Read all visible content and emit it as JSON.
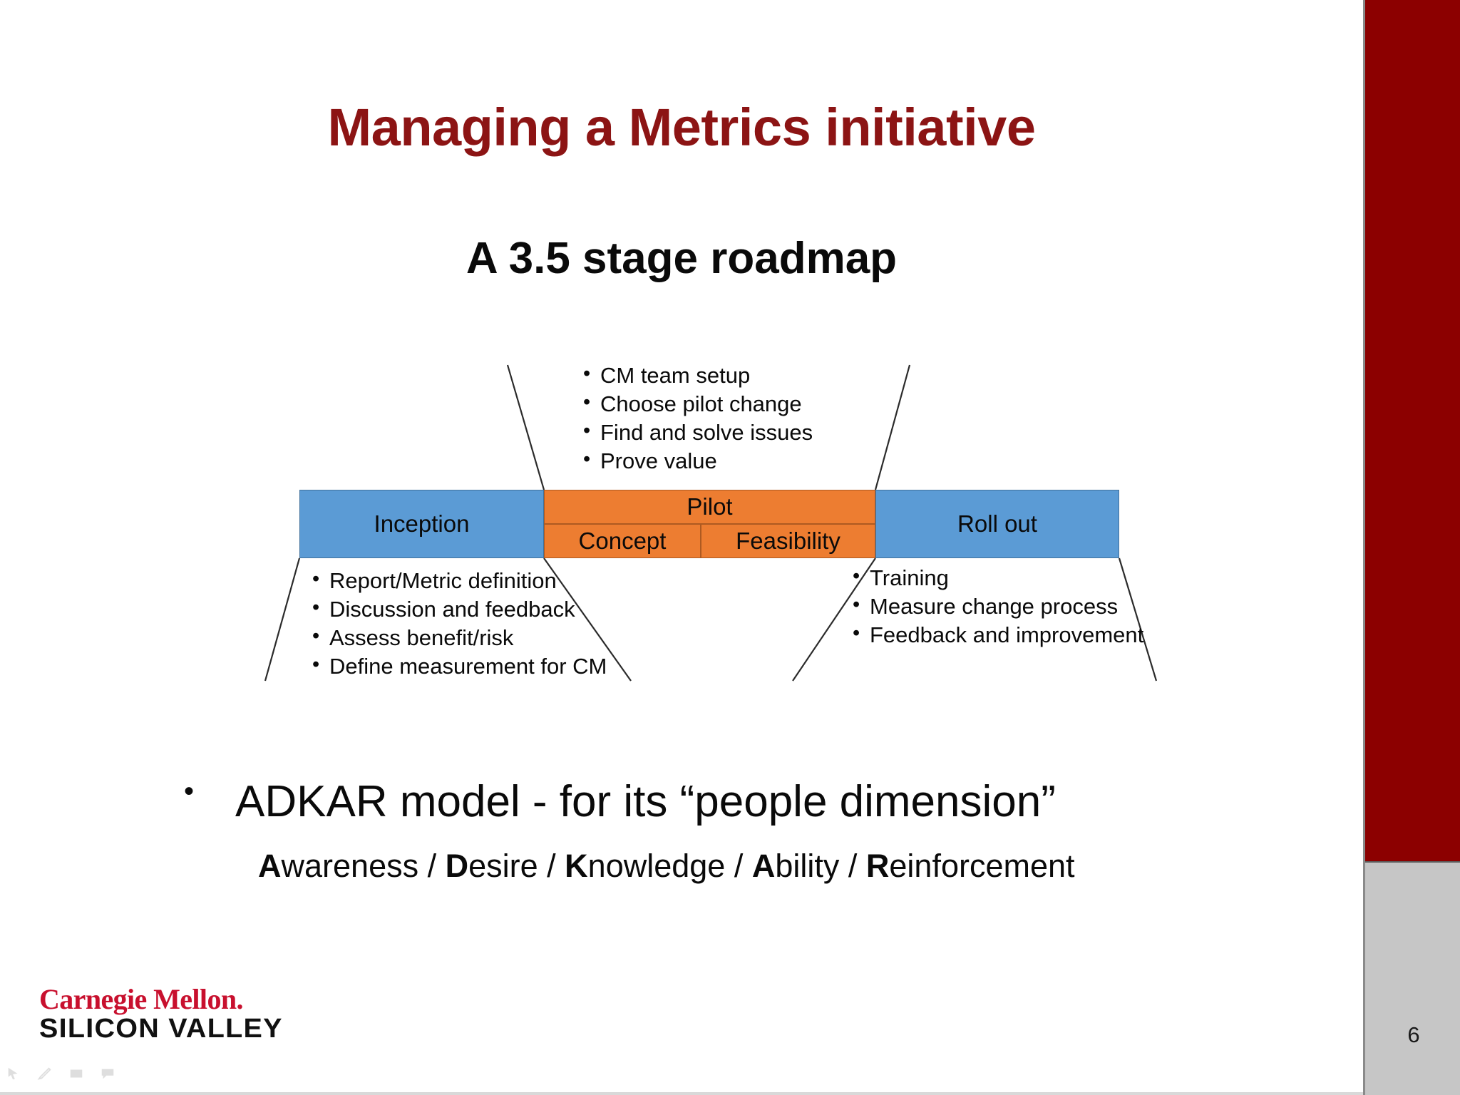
{
  "slide": {
    "title": "Managing a Metrics initiative",
    "subtitle": "A 3.5 stage roadmap",
    "page_number": "6",
    "colors": {
      "title_red": "#8C1414",
      "rail_red": "#8C0000",
      "rail_gray": "#C6C6C6",
      "stage_blue": "#5B9BD5",
      "stage_blue_border": "#41719C",
      "stage_orange": "#ED7D31",
      "stage_orange_border": "#AE5A21",
      "logo_red": "#C8102E",
      "body_black": "#0A0A0A"
    }
  },
  "diagram": {
    "type": "roadmap",
    "stages": [
      {
        "id": "inception",
        "label": "Inception",
        "color": "#5B9BD5"
      },
      {
        "id": "pilot",
        "label": "Pilot",
        "color": "#ED7D31"
      },
      {
        "id": "rollout",
        "label": "Roll out",
        "color": "#5B9BD5"
      }
    ],
    "pilot_substages": [
      {
        "id": "concept",
        "label": "Concept",
        "color": "#ED7D31"
      },
      {
        "id": "feasibility",
        "label": "Feasibility",
        "color": "#ED7D31"
      }
    ],
    "callouts": {
      "pilot": {
        "target": "pilot",
        "position": "above",
        "items": [
          "CM team setup",
          "Choose pilot change",
          "Find and solve issues",
          "Prove value"
        ]
      },
      "inception": {
        "target": "inception",
        "position": "below",
        "items": [
          "Report/Metric definition",
          "Discussion and feedback",
          "Assess benefit/risk",
          "Define measurement for CM"
        ]
      },
      "rollout": {
        "target": "rollout",
        "position": "below",
        "items": [
          "Training",
          "Measure change process",
          "Feedback and improvement"
        ]
      }
    }
  },
  "adkar": {
    "bullet_glyph": "•",
    "main": "ADKAR model - for its “people dimension”",
    "expansion_parts": [
      {
        "bold": "A",
        "rest": "wareness"
      },
      {
        "sep": " / "
      },
      {
        "bold": "D",
        "rest": "esire"
      },
      {
        "sep": " / "
      },
      {
        "bold": "K",
        "rest": "nowledge"
      },
      {
        "sep": " / "
      },
      {
        "bold": "A",
        "rest": "bility"
      },
      {
        "sep": " / "
      },
      {
        "bold": "R",
        "rest": "einforcement"
      }
    ]
  },
  "logo": {
    "line1": "Carnegie Mellon.",
    "line2": "SILICON VALLEY"
  },
  "icon_strip": [
    "pointer-icon",
    "pen-icon",
    "slide-icon",
    "comment-icon"
  ]
}
